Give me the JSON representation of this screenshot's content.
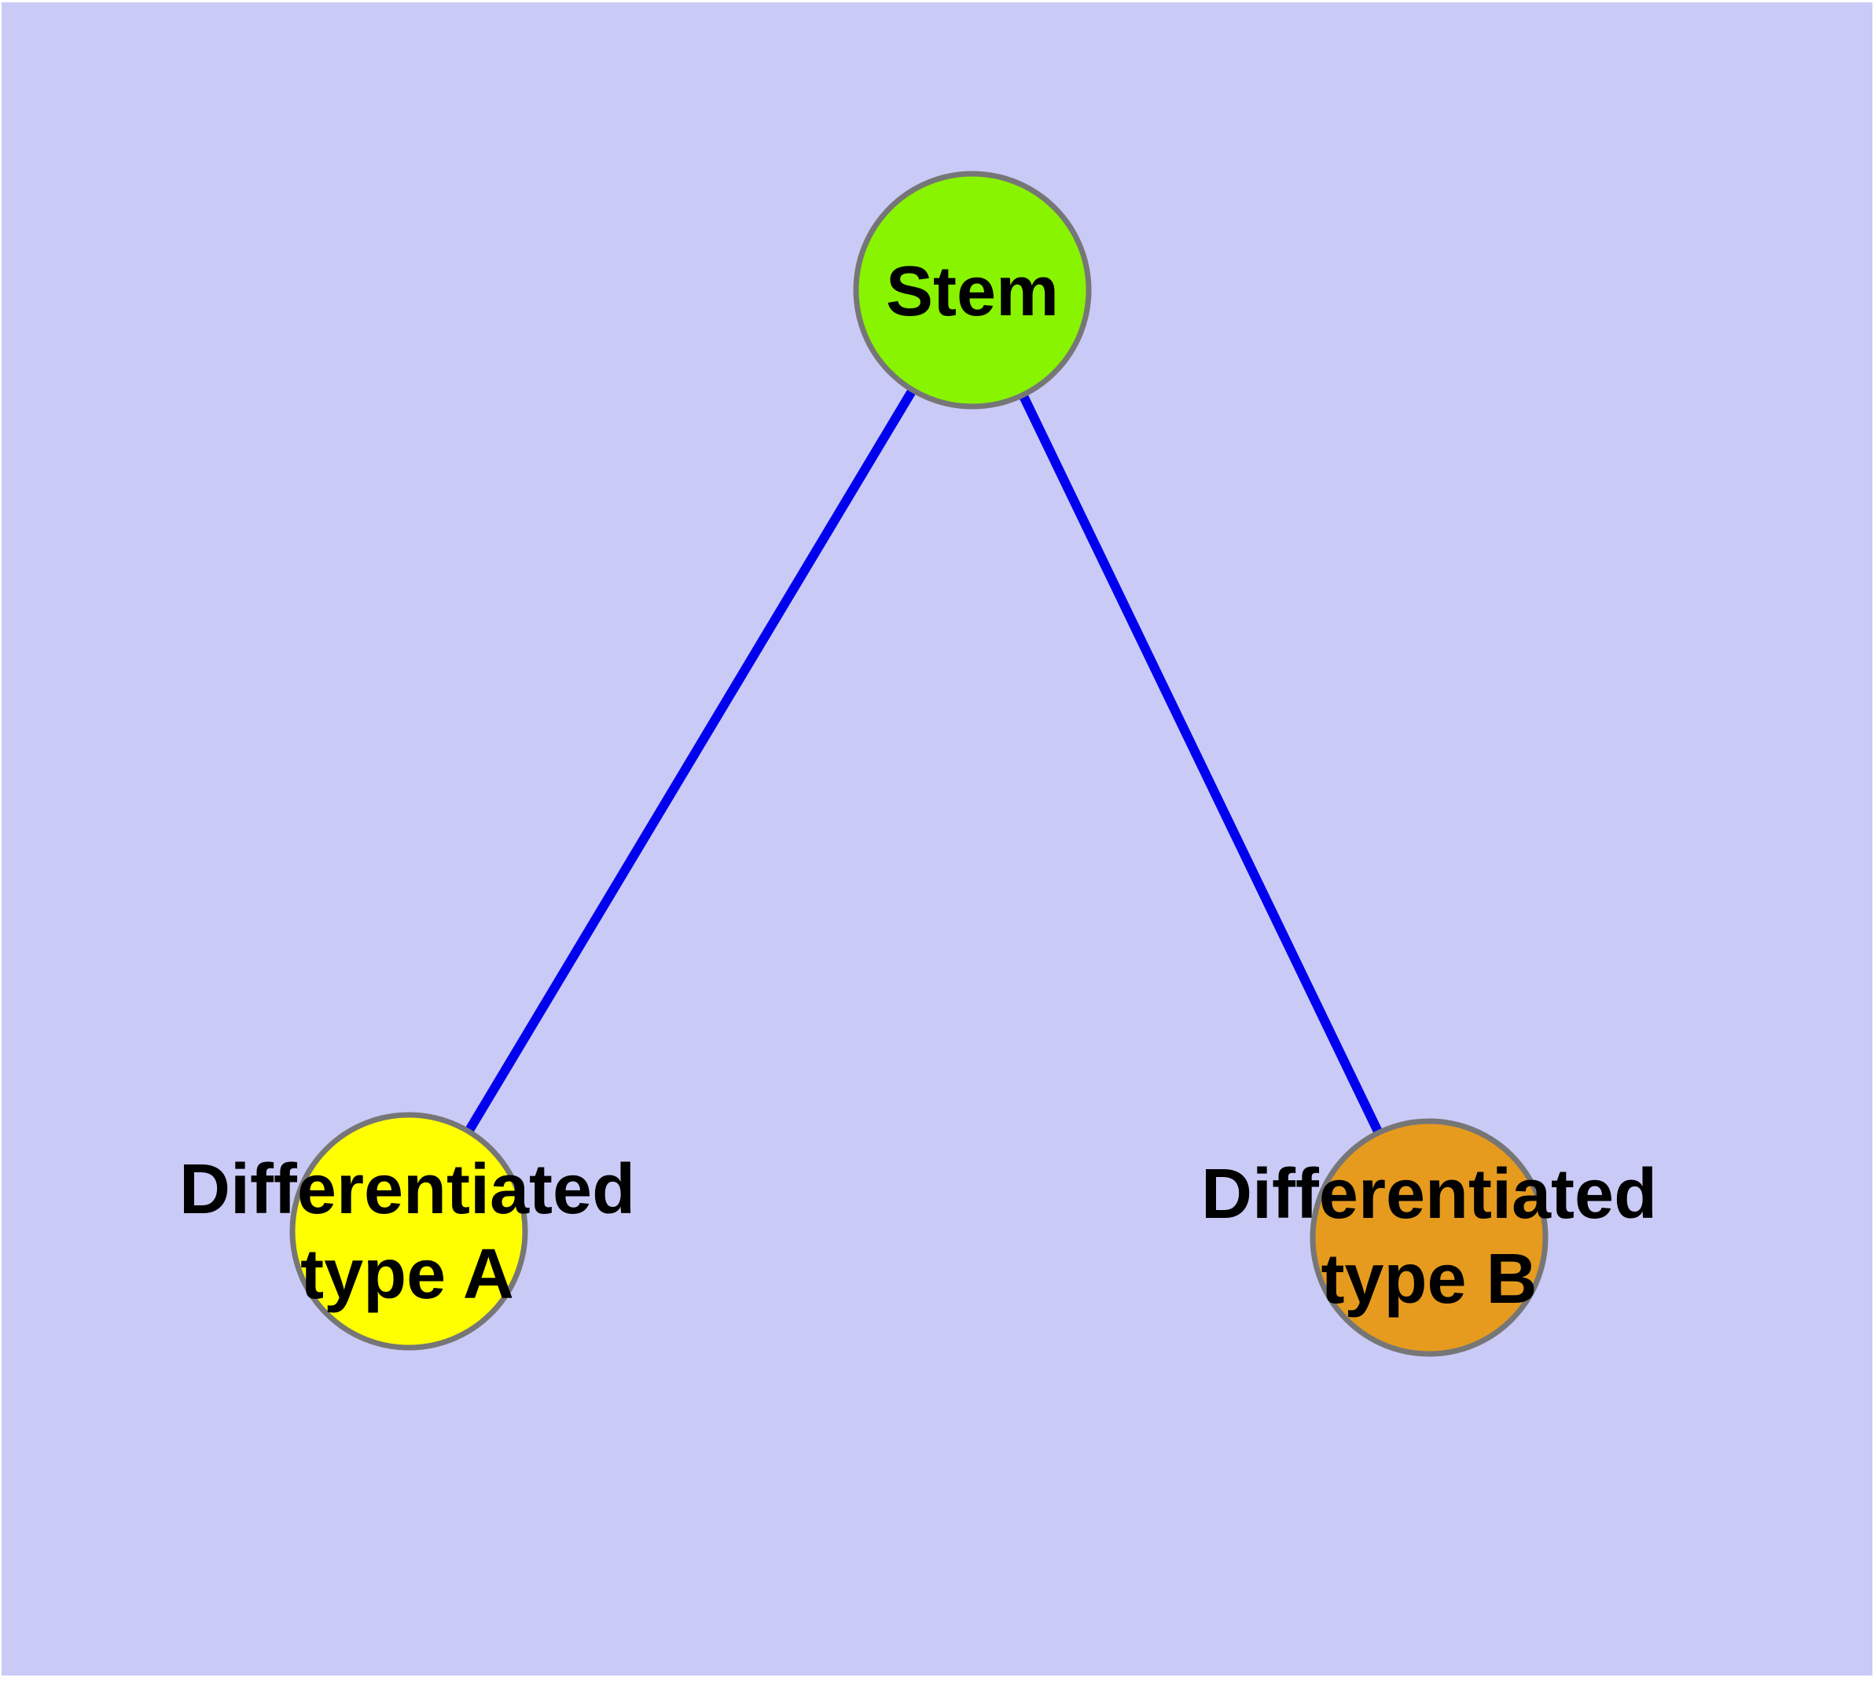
{
  "diagram": {
    "type": "graph",
    "description": "Stem cell differentiation tree: one stem node with edges to two differentiated cell type nodes",
    "colors": {
      "page": "#FFFFFF",
      "background": "#CACAF7",
      "edge": "#0000EE",
      "node_border": "#767676",
      "text": "#000000"
    },
    "nodes": {
      "stem": {
        "label": "Stem",
        "fill": "#88F400"
      },
      "diff_a": {
        "line1": "Differentiated",
        "line2": "type A",
        "fill": "#FFFF00"
      },
      "diff_b": {
        "line1": "Differentiated",
        "line2": "type B",
        "fill": "#E69B1E"
      }
    },
    "edges": [
      {
        "from": "Stem",
        "to": "Differentiated type A"
      },
      {
        "from": "Stem",
        "to": "Differentiated type B"
      }
    ]
  }
}
